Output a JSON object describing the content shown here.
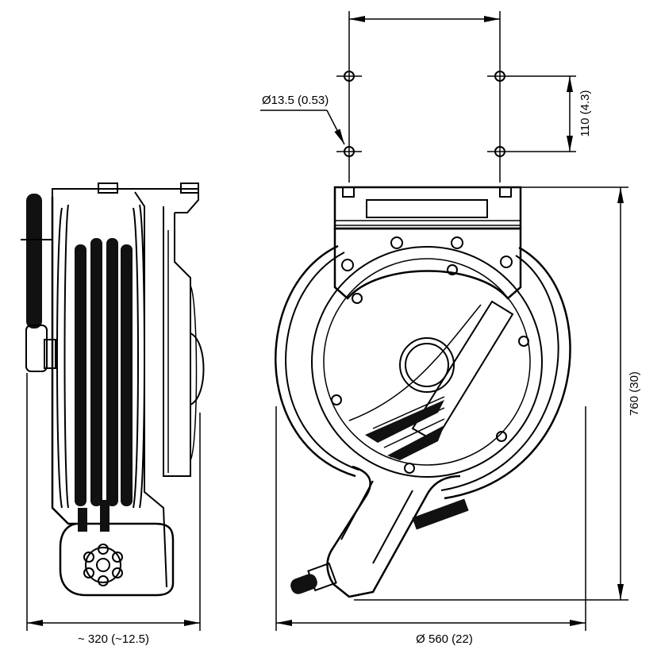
{
  "dimensions": {
    "hole_diameter": "Ø13.5 (0.53)",
    "vertical_spacing": "110 (4.3)",
    "height": "760 (30)",
    "depth": "~ 320 (~12.5)",
    "diameter": "Ø 560 (22)"
  }
}
